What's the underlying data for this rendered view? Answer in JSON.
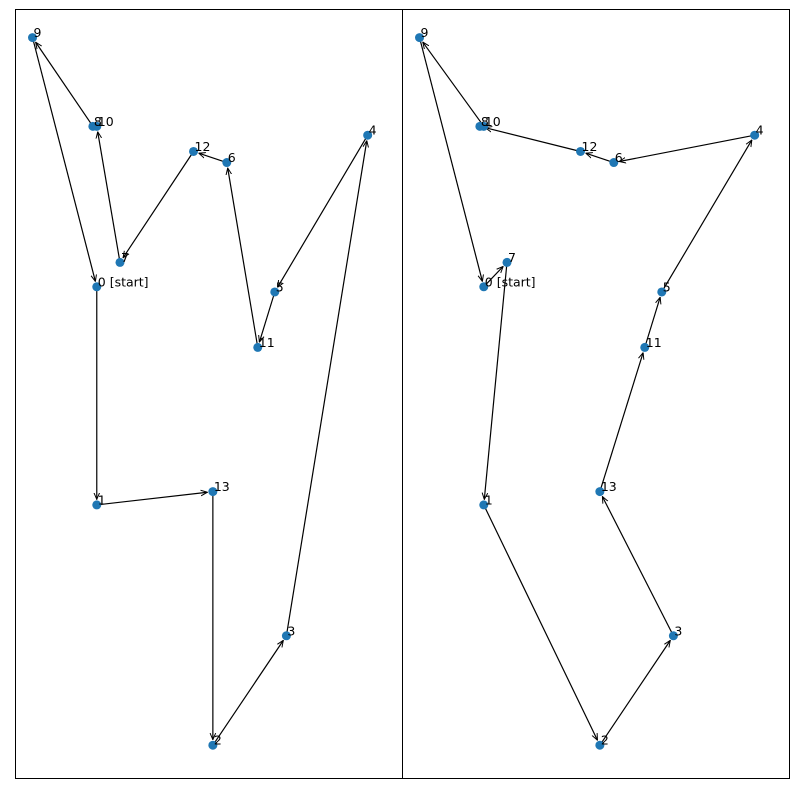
{
  "chart_data": [
    {
      "type": "scatter",
      "point_color": "#1f77b4",
      "edge_color": "#000000",
      "start_suffix": " [start]",
      "points": [
        {
          "id": "0",
          "x": 1.25,
          "y": 6.45
        },
        {
          "id": "1",
          "x": 1.25,
          "y": 3.5
        },
        {
          "id": "2",
          "x": 2.75,
          "y": 0.25
        },
        {
          "id": "3",
          "x": 3.7,
          "y": 1.73
        },
        {
          "id": "4",
          "x": 4.75,
          "y": 8.5
        },
        {
          "id": "5",
          "x": 3.55,
          "y": 6.38
        },
        {
          "id": "6",
          "x": 2.93,
          "y": 8.13
        },
        {
          "id": "7",
          "x": 1.55,
          "y": 6.78
        },
        {
          "id": "8",
          "x": 1.2,
          "y": 8.62
        },
        {
          "id": "9",
          "x": 0.42,
          "y": 9.82
        },
        {
          "id": "10",
          "x": 1.25,
          "y": 8.62
        },
        {
          "id": "11",
          "x": 3.33,
          "y": 5.63
        },
        {
          "id": "12",
          "x": 2.5,
          "y": 8.28
        },
        {
          "id": "13",
          "x": 2.75,
          "y": 3.68
        }
      ],
      "tour": [
        "0",
        "1",
        "13",
        "2",
        "3",
        "4",
        "5",
        "11",
        "6",
        "12",
        "7",
        "10",
        "8",
        "9",
        "0"
      ]
    },
    {
      "type": "scatter",
      "point_color": "#1f77b4",
      "edge_color": "#000000",
      "start_suffix": " [start]",
      "points": [
        {
          "id": "0",
          "x": 1.25,
          "y": 6.45
        },
        {
          "id": "1",
          "x": 1.25,
          "y": 3.5
        },
        {
          "id": "2",
          "x": 2.75,
          "y": 0.25
        },
        {
          "id": "3",
          "x": 3.7,
          "y": 1.73
        },
        {
          "id": "4",
          "x": 4.75,
          "y": 8.5
        },
        {
          "id": "5",
          "x": 3.55,
          "y": 6.38
        },
        {
          "id": "6",
          "x": 2.93,
          "y": 8.13
        },
        {
          "id": "7",
          "x": 1.55,
          "y": 6.78
        },
        {
          "id": "8",
          "x": 1.2,
          "y": 8.62
        },
        {
          "id": "9",
          "x": 0.42,
          "y": 9.82
        },
        {
          "id": "10",
          "x": 1.25,
          "y": 8.62
        },
        {
          "id": "11",
          "x": 3.33,
          "y": 5.63
        },
        {
          "id": "12",
          "x": 2.5,
          "y": 8.28
        },
        {
          "id": "13",
          "x": 2.75,
          "y": 3.68
        }
      ],
      "tour": [
        "0",
        "7",
        "1",
        "2",
        "3",
        "13",
        "11",
        "5",
        "4",
        "6",
        "12",
        "8",
        "10",
        "9",
        "0"
      ]
    }
  ]
}
